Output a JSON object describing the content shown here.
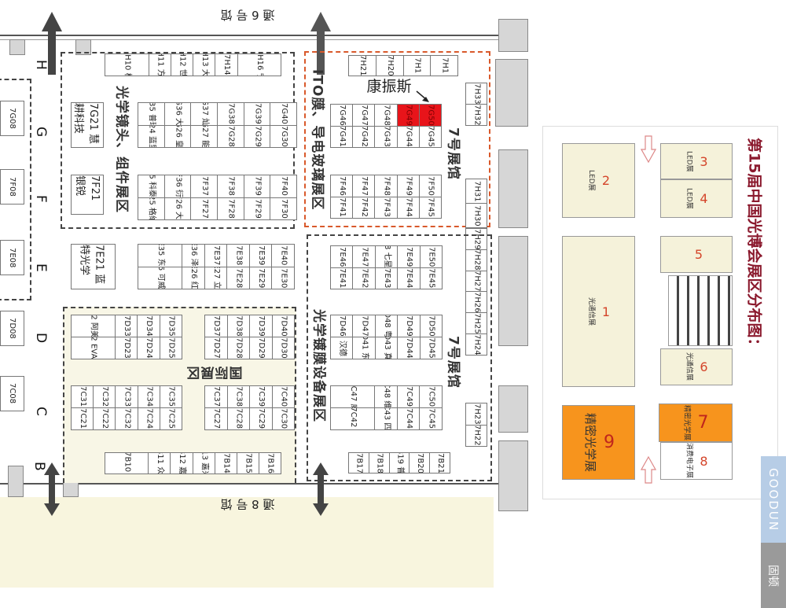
{
  "hall_passages": {
    "top": "通 6 号 馆",
    "bottom": "通 8 号 馆"
  },
  "row_letters": [
    "H",
    "G",
    "F",
    "E",
    "D",
    "C",
    "B"
  ],
  "left_strip": [
    "7G08",
    "7F08",
    "7E08",
    "7D08",
    "7C08"
  ],
  "lens_zone": {
    "title": "光学镜头、组件展区",
    "h_row": [
      [
        "7H09 7H10 桂林桂光"
      ],
      [
        "7H11 方圆"
      ],
      [
        "7H12 世大"
      ],
      [
        "7H13 大连"
      ],
      [
        "7H14"
      ],
      [
        "7H15 7H16 宁波教仪"
      ]
    ],
    "g21": "7G21 慧耕科技",
    "f21": "7F21 银锐",
    "g_grid": [
      [
        "7G35 普瑞斯",
        "7G24 蓝里克"
      ],
      [
        "7G36 大工",
        "7G26 皇旭"
      ],
      [
        "7G37 灿锐",
        "7G27 能佳"
      ],
      [
        "7G38",
        "7G28"
      ],
      [
        "7G39",
        "7G29"
      ],
      [
        "7G40",
        "7G30"
      ]
    ],
    "f_grid": [
      [
        "7F35 科泰光学",
        "7F25 格纳斯"
      ],
      [
        "7F36 衍光",
        "7F26 大卓"
      ],
      [
        "7F37",
        "7F27"
      ],
      [
        "7F38",
        "7F28"
      ],
      [
        "7F39",
        "7F29"
      ],
      [
        "7F40",
        "7F30"
      ]
    ]
  },
  "e_row": {
    "e21": "7E21 蓝特光学",
    "grid": [
      [
        "7E35 东达",
        "7E25 可威化工"
      ],
      [
        "7E36 泽源",
        "7E26 红源"
      ],
      [
        "7E37",
        "7E27 立见"
      ],
      [
        "7E38",
        "7E28"
      ],
      [
        "7E39",
        "7E29"
      ],
      [
        "7E40",
        "7E30"
      ]
    ]
  },
  "intl_zone": {
    "title": "国际展区",
    "d_left": [
      [
        "7D32 阿美特克",
        "7D22 EVA TEC"
      ],
      [
        "7D33",
        "7D23"
      ],
      [
        "7D34",
        "7D24"
      ],
      [
        "7D35",
        "7D25"
      ]
    ],
    "d_right": [
      [
        "7D37",
        "7D27"
      ],
      [
        "7D38",
        "7D28"
      ],
      [
        "7D39",
        "7D29"
      ],
      [
        "7D40",
        "7D30"
      ]
    ],
    "c_left": [
      [
        "7C31",
        "7C21"
      ],
      [
        "7C32",
        "7C22"
      ],
      [
        "7C33",
        "7C32"
      ],
      [
        "7C34",
        "7C24"
      ],
      [
        "7C35",
        "7C25"
      ]
    ],
    "c_right": [
      [
        "7C37",
        "7C27"
      ],
      [
        "7C38",
        "7C28"
      ],
      [
        "7C39",
        "7C29"
      ],
      [
        "7C40",
        "7C30"
      ]
    ],
    "b_row": [
      [
        "7B09 7B10 菲利华"
      ],
      [
        "7B11 众胜"
      ],
      [
        "7B12 嘉东"
      ],
      [
        "7B13 嘉米基"
      ],
      [
        "7B14"
      ],
      [
        "7B15"
      ],
      [
        "7B16"
      ]
    ]
  },
  "coating_zone": {
    "title": "ITO膜、导电玻璃展区",
    "hall_label": "7号展馆",
    "callout": "康振斯",
    "h_row": [
      [
        "7H21"
      ],
      [
        "7H20"
      ],
      [
        "7H1"
      ],
      [
        "7H1"
      ]
    ],
    "g_grid": [
      [
        "7G46",
        "7G41"
      ],
      [
        "7G47",
        "7G42"
      ],
      [
        "7G48",
        "7G43"
      ],
      [
        "7G49",
        "7G44"
      ],
      [
        "7G50",
        "7G45"
      ]
    ],
    "f_grid": [
      [
        "7F46",
        "7F41"
      ],
      [
        "7F47",
        "7F42"
      ],
      [
        "7F48",
        "7F43"
      ],
      [
        "7F49",
        "7F44"
      ],
      [
        "7F50",
        "7F45"
      ]
    ]
  },
  "equipment_zone": {
    "title": "光学镀膜设备展区",
    "hall_label": "7号展馆",
    "e_grid": [
      [
        "7E46",
        "7E41"
      ],
      [
        "7E47",
        "7E42"
      ],
      [
        "7E48 七星华创",
        "7E43"
      ],
      [
        "7E49",
        "7E44"
      ],
      [
        "7E50",
        "7E45"
      ]
    ],
    "d_grid": [
      [
        "7D46",
        "汉德"
      ],
      [
        "7D47",
        "7D41 东蓝"
      ],
      [
        "7D48 粤阳",
        "7D43 真空"
      ],
      [
        "7D49",
        "7D44"
      ],
      [
        "7D50",
        "7D45"
      ]
    ],
    "c_grid": [
      [
        "7C46 7C47 威特宏端",
        "7C41 7C42 奥普康"
      ],
      [
        "7C48 维格",
        "7C43 四盛"
      ],
      [
        "7C49",
        "7C44"
      ],
      [
        "7C50",
        "7C45"
      ]
    ],
    "b_row": [
      [
        "7B17"
      ],
      [
        "7B18"
      ],
      [
        "7B19 普京"
      ],
      [
        "7B20"
      ],
      [
        "7B21"
      ]
    ]
  },
  "h_column": {
    "upper": [
      [
        "7H33",
        "7H32"
      ]
    ],
    "mid": [
      [
        "7H31",
        "7H30"
      ]
    ],
    "low": [
      [
        "7H29",
        "7H28",
        "7H27",
        "7H26",
        "7H25",
        "7H24"
      ]
    ],
    "bottom": [
      [
        "7H23",
        "7H22"
      ]
    ]
  },
  "highlighted_booths": [
    "7G49",
    "7G50"
  ],
  "overview": {
    "title": "第15届中国光博会展区分布图：",
    "halls": [
      {
        "num": "2",
        "name": "LED展"
      },
      {
        "num": "1",
        "name": "光通信展"
      },
      {
        "num": "9",
        "name": "精密光学展"
      },
      {
        "num": "3",
        "name": "LED展"
      },
      {
        "num": "4",
        "name": "LED展"
      },
      {
        "num": "5",
        "name": ""
      },
      {
        "num": "6",
        "name": "光通信展"
      },
      {
        "num": "7",
        "name": "精密光学展"
      },
      {
        "num": "8",
        "name": "消费电子展"
      }
    ],
    "highlight_color": "#f7941d"
  },
  "watermark": {
    "brand": "GOODUN",
    "cn": "固顿"
  }
}
